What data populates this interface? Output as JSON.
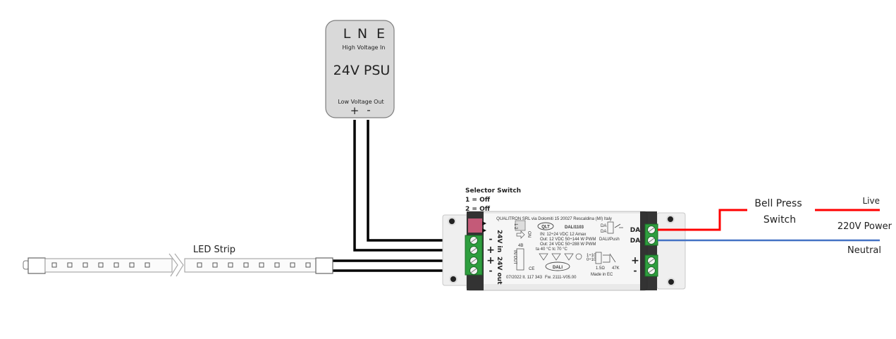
{
  "psu": {
    "terminals": [
      "L",
      "N",
      "E"
    ],
    "input_label": "High Voltage In",
    "title": "24V PSU",
    "output_label": "Low Voltage Out",
    "plus": "+",
    "minus": "-"
  },
  "selector": {
    "title": "Selector Switch",
    "line1": "1 = Off",
    "line2": "2 = Off"
  },
  "controller": {
    "maker": "QUALITRON SRL via Dolomiti 15 20027 Rescaldina (MI) Italy",
    "logo": "QLT",
    "model": "DALI1103",
    "spec_in": "IN: 12÷24 VDC  12 Amax",
    "spec_out1": "Out: 12 VDC 50÷144 W PWM",
    "spec_out2": "Out: 24 VDC 50÷288 W PWM",
    "temps": "ta 40 °C   tc 70 °C",
    "dali_push": "DALI/Push",
    "dali_logo": "DALI",
    "made_in": "Made in EC",
    "firmware": "Fw. 2111-V05.00",
    "lot": "07/2022 lt. 117 343",
    "ce": "CE",
    "dip_label": "1 2",
    "on_label": "ON",
    "label_4b": "4B",
    "res_1": "1.5Ω",
    "res_2": "47K",
    "range_1": "1÷10",
    "range_2": "0÷10",
    "da_small": "DA",
    "in_out": "IN OUT",
    "left_terminal_signs": [
      "-",
      "+",
      "+",
      "-"
    ],
    "label_24v_in": "24V in",
    "label_24v_out": "24V out",
    "right_da_labels": [
      "DA",
      "DA"
    ],
    "right_power_signs": [
      "+",
      "-"
    ]
  },
  "led_strip": {
    "label": "LED Strip"
  },
  "switch": {
    "line1": "Bell Press",
    "line2": "Switch"
  },
  "power": {
    "live": "Live",
    "title": "220V Power",
    "neutral": "Neutral"
  },
  "colors": {
    "live_wire": "#ff0000",
    "neutral_wire": "#4472c4",
    "dc_wire": "#000000",
    "psu_fill": "#d9d9d9",
    "terminal_green": "#2e9e3e"
  }
}
